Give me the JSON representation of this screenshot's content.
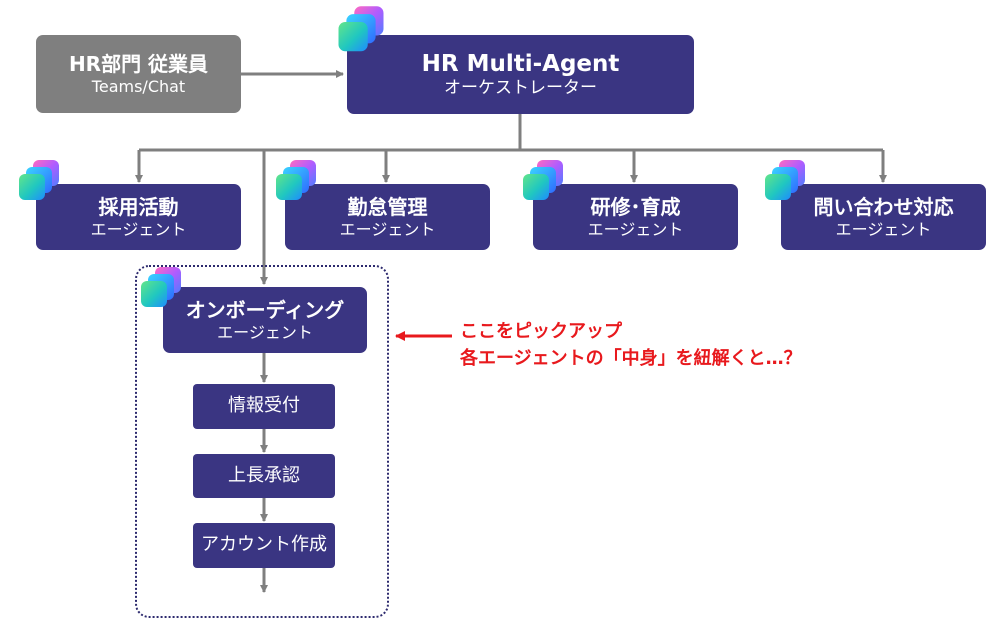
{
  "nodes": {
    "employee": {
      "title": "HR部門 従業員",
      "sub": "Teams/Chat"
    },
    "orchestrator": {
      "title": "HR Multi-Agent",
      "sub": "オーケストレーター"
    },
    "recruiting": {
      "title": "採用活動",
      "sub": "エージェント"
    },
    "attendance": {
      "title": "勤怠管理",
      "sub": "エージェント"
    },
    "training": {
      "title": "研修･育成",
      "sub": "エージェント"
    },
    "inquiry": {
      "title": "問い合わせ対応",
      "sub": "エージェント"
    },
    "onboarding": {
      "title": "オンボーディング",
      "sub": "エージェント"
    }
  },
  "steps": [
    "情報受付",
    "上長承認",
    "アカウント作成"
  ],
  "callout": {
    "line1": "ここをピックアップ",
    "line2": "各エージェントの「中身」を紐解くと…？"
  },
  "colors": {
    "navy": "#3a3582",
    "gray": "#7f7f7f",
    "connector": "#7f7f7f",
    "callout": "#e8191d"
  },
  "icons": {
    "agent_badge": "stacked-gradient-tiles-icon",
    "callout_arrow": "arrow-left-icon"
  }
}
